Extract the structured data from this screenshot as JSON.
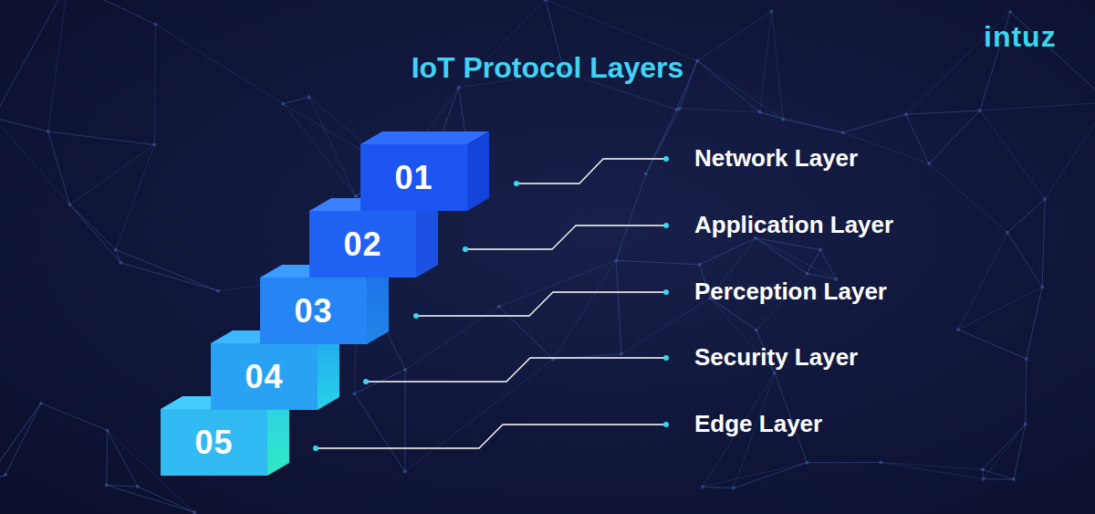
{
  "diagram": {
    "title": "IoT Protocol Layers",
    "nodes": [
      {
        "text": [
          "01"
        ]
      },
      {
        "text": [
          "02"
        ]
      },
      {
        "text": [
          "03"
        ]
      },
      {
        "text": [
          "04"
        ]
      },
      {
        "text": [
          "05"
        ]
      }
    ],
    "labels": [
      "intuz",
      "Network Layer",
      "Application Layer",
      "Perception Layer",
      "Security Layer",
      "Edge Layer"
    ]
  }
}
